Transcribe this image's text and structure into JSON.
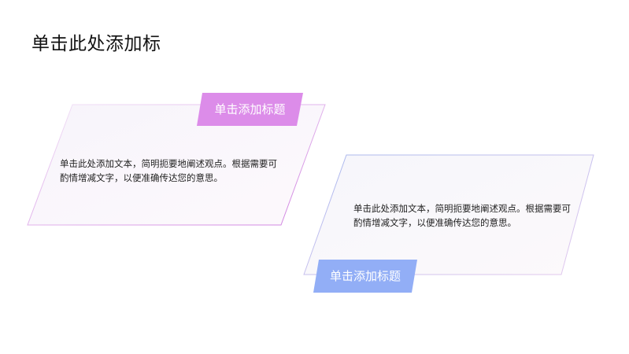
{
  "title": "单击此处添加标",
  "cards": [
    {
      "tag": "单击添加标题",
      "body": "单击此处添加文本，简明扼要地阐述观点。根据需要可酌情增减文字，以便准确传达您的意思。",
      "accent": "#d98be8"
    },
    {
      "tag": "单击添加标题",
      "body": "单击此处添加文本，简明扼要地阐述观点。根据需要可酌情增减文字，以便准确传达您的意思。",
      "accent": "#8eaaf3"
    }
  ]
}
